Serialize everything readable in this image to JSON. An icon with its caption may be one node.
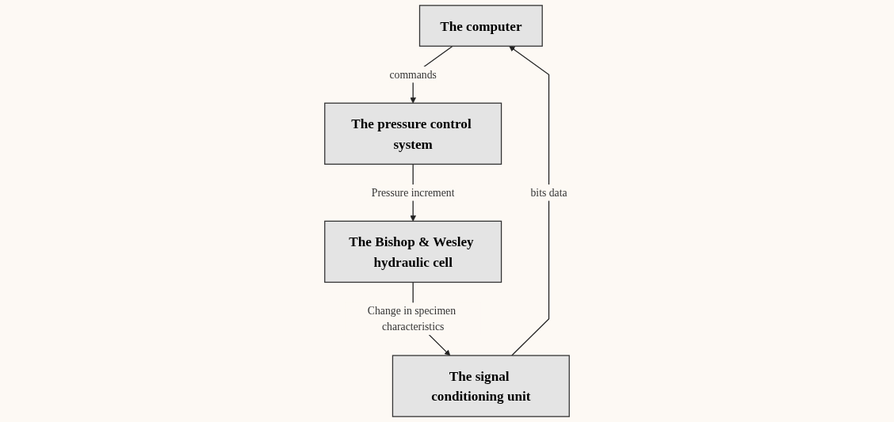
{
  "diagram": {
    "nodes": [
      {
        "text": [
          "The computer"
        ]
      },
      {
        "text": [
          "The pressure control system"
        ]
      },
      {
        "text": [
          "The Bishop & Wesley hydraulic cell"
        ]
      },
      {
        "text": [
          "The signal conditioning unit"
        ]
      }
    ],
    "edges": [
      {
        "from": 0,
        "to": 1,
        "arrow": "to",
        "label": "commands"
      },
      {
        "from": 1,
        "to": 2,
        "arrow": "to",
        "label": "Pressure increment"
      },
      {
        "from": 2,
        "to": 3,
        "arrow": "to",
        "label": "Change in specimen characteristics"
      },
      {
        "from": 3,
        "to": 0,
        "arrow": "to",
        "label": "bits data"
      }
    ]
  }
}
